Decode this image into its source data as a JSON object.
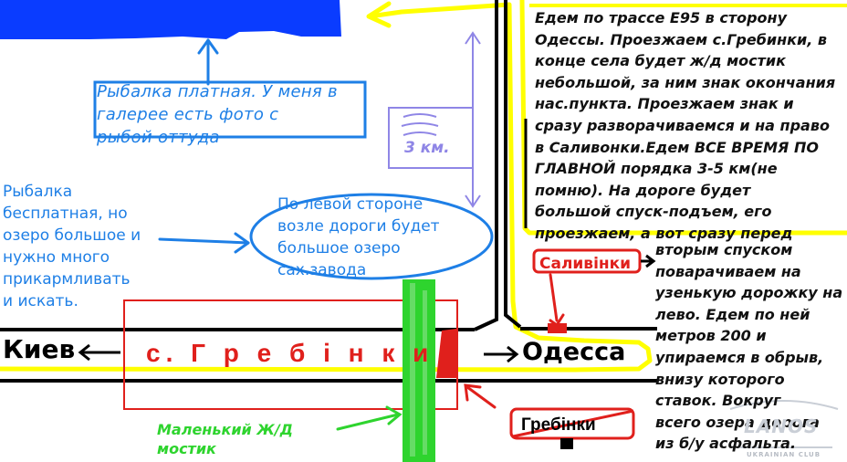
{
  "map": {
    "lake_note": "Рыбалка платная. У меня в\nгалерее есть фото с\nрыбой оттуда",
    "free_fishing_note": "Рыбалка\nбесплатная, но\nозеро большое и\nнужно много\nприкармливать\nи искать.",
    "oval_note": "По левой стороне\nвозле дороги будет\nбольшое озеро\nсах.завода",
    "distance_label": "3 км.",
    "directions_text": "Едем по трассе Е95 в сторону\nОдессы. Проезжаем с.Гребинки, в\nконце села будет ж/д мостик\nнебольшой, за ним знак окончания\nнас.пункта. Проезжаем знак и\nсразу разворачиваемся и на право\nв Саливонки.Едем ВСЕ ВРЕМЯ ПО\nГЛАВНОЙ порядка 3-5 км(не\nпомню). На дороге будет\nбольшой спуск-подъем, его\nпроезжаем, а вот сразу перед",
    "directions_text_2": "вторым спуском\nповарачиваем на\nузенькую дорожку на\nлево. Едем по ней\nметров 200 и\nупираемся в обрыв,\nвнизу которого\nставок. Вокруг\nвсего озера дорога\nиз б/у асфальта.",
    "city_left": "Киев",
    "city_right": "Одесса",
    "village_name": "с. Г р е б і н к и",
    "bridge_label": "Маленький Ж/Д\nмостик",
    "sign_salyvinky": "Саливінки",
    "sign_grebinky": "Гребінки"
  },
  "watermark": {
    "name": "LANOS",
    "club": "UKRAINIAN CLUB"
  },
  "colors": {
    "lake": "#0a3cff",
    "note_blue": "#1e7fe6",
    "route_yellow": "#ffff00",
    "sign_red": "#e0201c",
    "rail_green": "#2ed42e",
    "distance_purple": "#8f86e6",
    "road_black": "#000000"
  }
}
